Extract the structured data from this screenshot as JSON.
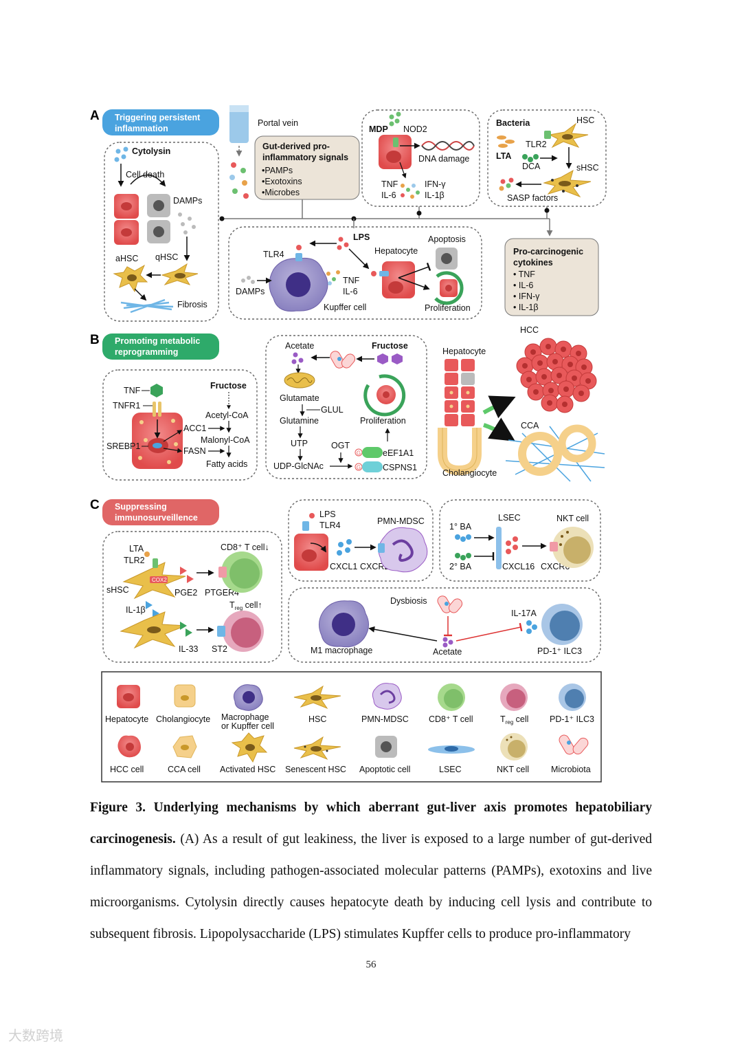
{
  "figure": {
    "panels": [
      {
        "letter": "A",
        "title_lines": [
          "Triggering persistent",
          "inflammation"
        ],
        "color": "#4aa3df"
      },
      {
        "letter": "B",
        "title_lines": [
          "Promoting metabolic",
          "reprogramming"
        ],
        "color": "#2eaa6a"
      },
      {
        "letter": "C",
        "title_lines": [
          "Suppressing",
          "immunosurveillence"
        ],
        "color": "#e06666"
      }
    ],
    "panel_a": {
      "portal_vein": "Portal vein",
      "signals_title_lines": [
        "Gut-derived pro-",
        "inflammatory signals"
      ],
      "signals_items": [
        "•PAMPs",
        "•Exotoxins",
        "•Microbes"
      ],
      "cytolysin": "Cytolysin",
      "cell_death": "Cell death",
      "damps": "DAMPs",
      "ahsc": "aHSC",
      "qhsc": "qHSC",
      "fibrosis": "Fibrosis",
      "mdp": "MDP",
      "nod2": "NOD2",
      "dna_damage": "DNA damage",
      "tnf": "TNF",
      "il6": "IL-6",
      "ifng": "IFN-γ",
      "il1b": "IL-1β",
      "bacteria": "Bacteria",
      "hsc": "HSC",
      "tlr2": "TLR2",
      "lta": "LTA",
      "dca": "DCA",
      "shsc": "sHSC",
      "sasp": "SASP factors",
      "lps": "LPS",
      "tlr4": "TLR4",
      "hepatocyte": "Hepatocyte",
      "apoptosis": "Apoptosis",
      "damps2": "DAMPs",
      "tnf2": "TNF",
      "il6b": "IL-6",
      "kupffer": "Kupffer cell",
      "proliferation": "Proliferation",
      "procarc_title_lines": [
        "Pro-carcinogenic",
        "cytokines"
      ],
      "procarc_items": [
        "• TNF",
        "• IL-6",
        "• IFN-γ",
        "• IL-1β"
      ]
    },
    "panel_b": {
      "tnf": "TNF",
      "tnfr1": "TNFR1",
      "srebp1": "SREBP1",
      "acc1": "ACC1",
      "fasn": "FASN",
      "fructose": "Fructose",
      "acetylcoa": "Acetyl-CoA",
      "malonylcoa": "Malonyl-CoA",
      "fatty": "Fatty acids",
      "acetate": "Acetate",
      "fructose2": "Fructose",
      "glutamate": "Glutamate",
      "glul": "GLUL",
      "glutamine": "Glutamine",
      "utp": "UTP",
      "udp": "UDP-GlcNAc",
      "ogt": "OGT",
      "prolif": "Proliferation",
      "eef1a1": "eEF1A1",
      "cspns1": "CSPNS1",
      "g": "G",
      "hepatocyte": "Hepatocyte",
      "hcc": "HCC",
      "cca": "CCA",
      "cholangiocyte": "Cholangiocyte"
    },
    "panel_c": {
      "lta": "LTA",
      "tlr2": "TLR2",
      "shsc": "sHSC",
      "cox2": "COX2",
      "pge2": "PGE2",
      "ptger4": "PTGER4",
      "cd8": "CD8⁺ T cell↓",
      "il1b": "IL-1β",
      "treg_base": "T",
      "treg_sub": "reg",
      "treg_rest": " cell↑",
      "il33": "IL-33",
      "st2": "ST2",
      "lps": "LPS",
      "tlr4": "TLR4",
      "cxcl1": "CXCL1",
      "cxcr2": "CXCR2",
      "pmn": "PMN-MDSC",
      "ba1": "1° BA",
      "ba2": "2° BA",
      "lsec": "LSEC",
      "cxcl16": "CXCL16",
      "cxcr6": "CXCR6",
      "nkt": "NKT cell",
      "dysbiosis": "Dysbiosis",
      "il17a": "IL-17A",
      "m1": "M1 macrophage",
      "acetate": "Acetate",
      "ilc3": "PD-1⁺ ILC3"
    },
    "legend": {
      "row1": [
        "Hepatocyte",
        "Cholangiocyte",
        "Macrophage",
        "or Kupffer cell",
        "HSC",
        "PMN-MDSC",
        "CD8⁺ T cell",
        "T",
        "reg",
        " cell",
        "PD-1⁺ ILC3"
      ],
      "row2": [
        "HCC cell",
        "CCA cell",
        "Activated HSC",
        "Senescent HSC",
        "Apoptotic cell",
        "LSEC",
        "NKT cell",
        "Microbiota"
      ]
    }
  },
  "caption": {
    "label": "Figure 3. Underlying mechanisms by which aberrant gut-liver axis promotes hepatobiliary carcinogenesis.",
    "text": " (A) As a result of gut leakiness, the liver is exposed to a large number of gut-derived inflammatory signals, including pathogen-associated molecular patterns (PAMPs), exotoxins and live microorganisms. Cytolysin directly causes hepatocyte death by inducing cell lysis and contribute to subsequent fibrosis. Lipopolysaccharide (LPS) stimulates Kupffer cells to produce pro-inflammatory"
  },
  "page_number": "56",
  "watermark": "大数跨境",
  "colors": {
    "hepatocyte": "#e8595a",
    "cholangiocyte": "#f5d08a",
    "hsc": "#e9bf4a",
    "kupffer": "#6c5fa8",
    "cd8": "#7fbf6a",
    "treg": "#c7607e",
    "ilc3": "#4f7fb0",
    "nkt": "#c8b06a",
    "lsec": "#4d86c6"
  }
}
